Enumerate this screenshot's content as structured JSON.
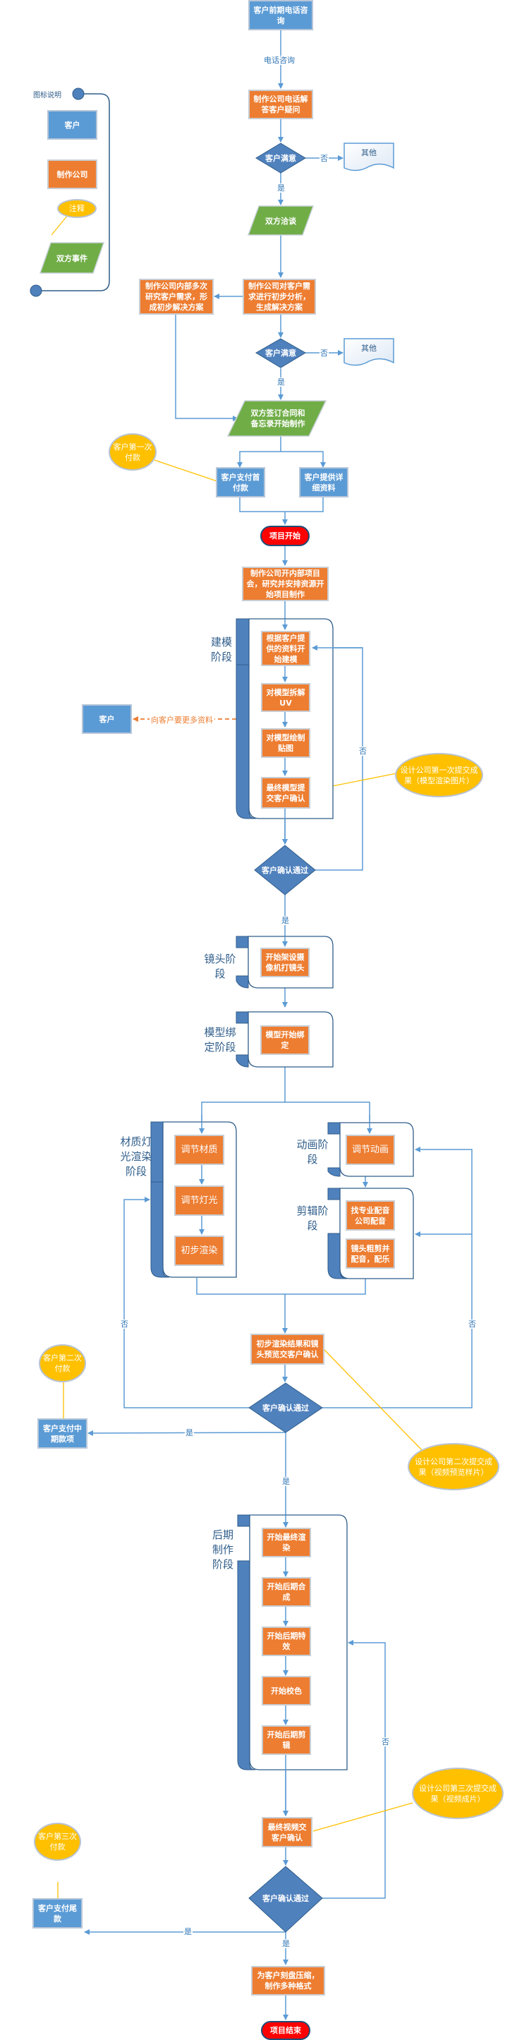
{
  "legend": {
    "title": "图标说明",
    "customer": "客户",
    "company": "制作公司",
    "note": "注释",
    "joint_event": "双方事件"
  },
  "colors": {
    "customer": "#5b9bd5",
    "company": "#ed7d31",
    "note": "#ffc000",
    "joint": "#70ad47",
    "decision": "#4f81bd",
    "terminal": "#ff0000",
    "connector": "#5b9bd5"
  },
  "flow": {
    "phone_consult": "客户前期电话咨询",
    "phone_label": "电话咨询",
    "company_answer": "制作公司电话解答客户疑问",
    "decision_satisfied_1": "客户满意",
    "no": "否",
    "yes": "是",
    "other_1": "其他",
    "negotiation": "双方洽谈",
    "initial_analysis": "制作公司对客户需求进行初步分析，生成解决方案",
    "internal_research": "制作公司内部多次研究客户需求，形成初步解决方案",
    "decision_satisfied_2": "客户满意",
    "other_2": "其他",
    "sign_contract": "双方签订合同和备忘录开始制作",
    "first_payment_note": "客户第一次付款",
    "pay_deposit": "客户支付首付款",
    "provide_materials": "客户提供详细资料",
    "project_start": "项目开始",
    "kickoff": "制作公司开内部项目会，研究并安排资源开始项目制作"
  },
  "modeling_stage": {
    "label": "建模阶段",
    "steps": [
      "根据客户提供的资料开始建模",
      "对模型拆解UV",
      "对模型绘制贴图",
      "最终模型提交客户确认"
    ],
    "customer_box": "客户",
    "request_more": "向客户要更多资料",
    "note": "设计公司第一次提交成果（模型渲染图片）",
    "decision": "客户确认通过"
  },
  "camera_stage": {
    "label": "镜头阶段",
    "step": "开始架设摄像机打镜头"
  },
  "rigging_stage": {
    "label": "模型绑定阶段",
    "step": "模型开始绑定"
  },
  "material_stage": {
    "label": "材质灯光渲染阶段",
    "steps": [
      "调节材质",
      "调节灯光",
      "初步渲染"
    ]
  },
  "animation_stage": {
    "label": "动画阶段",
    "step": "调节动画"
  },
  "editing_stage": {
    "label": "剪辑阶段",
    "steps": [
      "找专业配音公司配音",
      "镜头粗剪并配音，配乐"
    ]
  },
  "review_2": {
    "submit": "初步渲染结果和镜头预览交客户确认",
    "note": "设计公司第二次提交成果（视频预览样片）",
    "decision": "客户确认通过",
    "payment_note": "客户第二次付款",
    "payment": "客户支付中期款项"
  },
  "post_stage": {
    "label": "后期制作阶段",
    "steps": [
      "开始最终渲染",
      "开始后期合成",
      "开始后期特效",
      "开始校色",
      "开始后期剪辑"
    ]
  },
  "review_3": {
    "submit": "最终视频交客户确认",
    "note": "设计公司第三次提交成果（视频成片）",
    "decision": "客户确认通过",
    "payment_note": "客户第三次付款",
    "payment": "客户支付尾款"
  },
  "finish": {
    "deliver": "为客户刻盘压缩，制作多种格式",
    "project_end": "项目结束"
  }
}
